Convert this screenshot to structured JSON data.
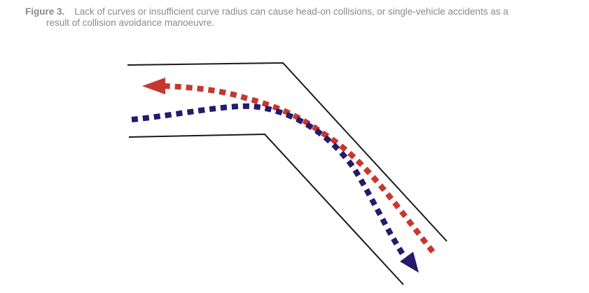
{
  "figure": {
    "label": "Figure 3.",
    "caption_line1": "Lack of curves or insufficient curve radius can cause head-on collisions, or single-vehicle accidents as a",
    "caption_line2": "result of collision avoidance manoeuvre."
  },
  "colors": {
    "caption_text": "#8a8a8a",
    "road_edge": "#1a1a1a",
    "red_path": "#c8372d",
    "blue_path": "#261a6b"
  },
  "icons": {
    "red_arrowhead": "arrowhead-left",
    "blue_arrowhead": "arrowhead-down-right"
  }
}
